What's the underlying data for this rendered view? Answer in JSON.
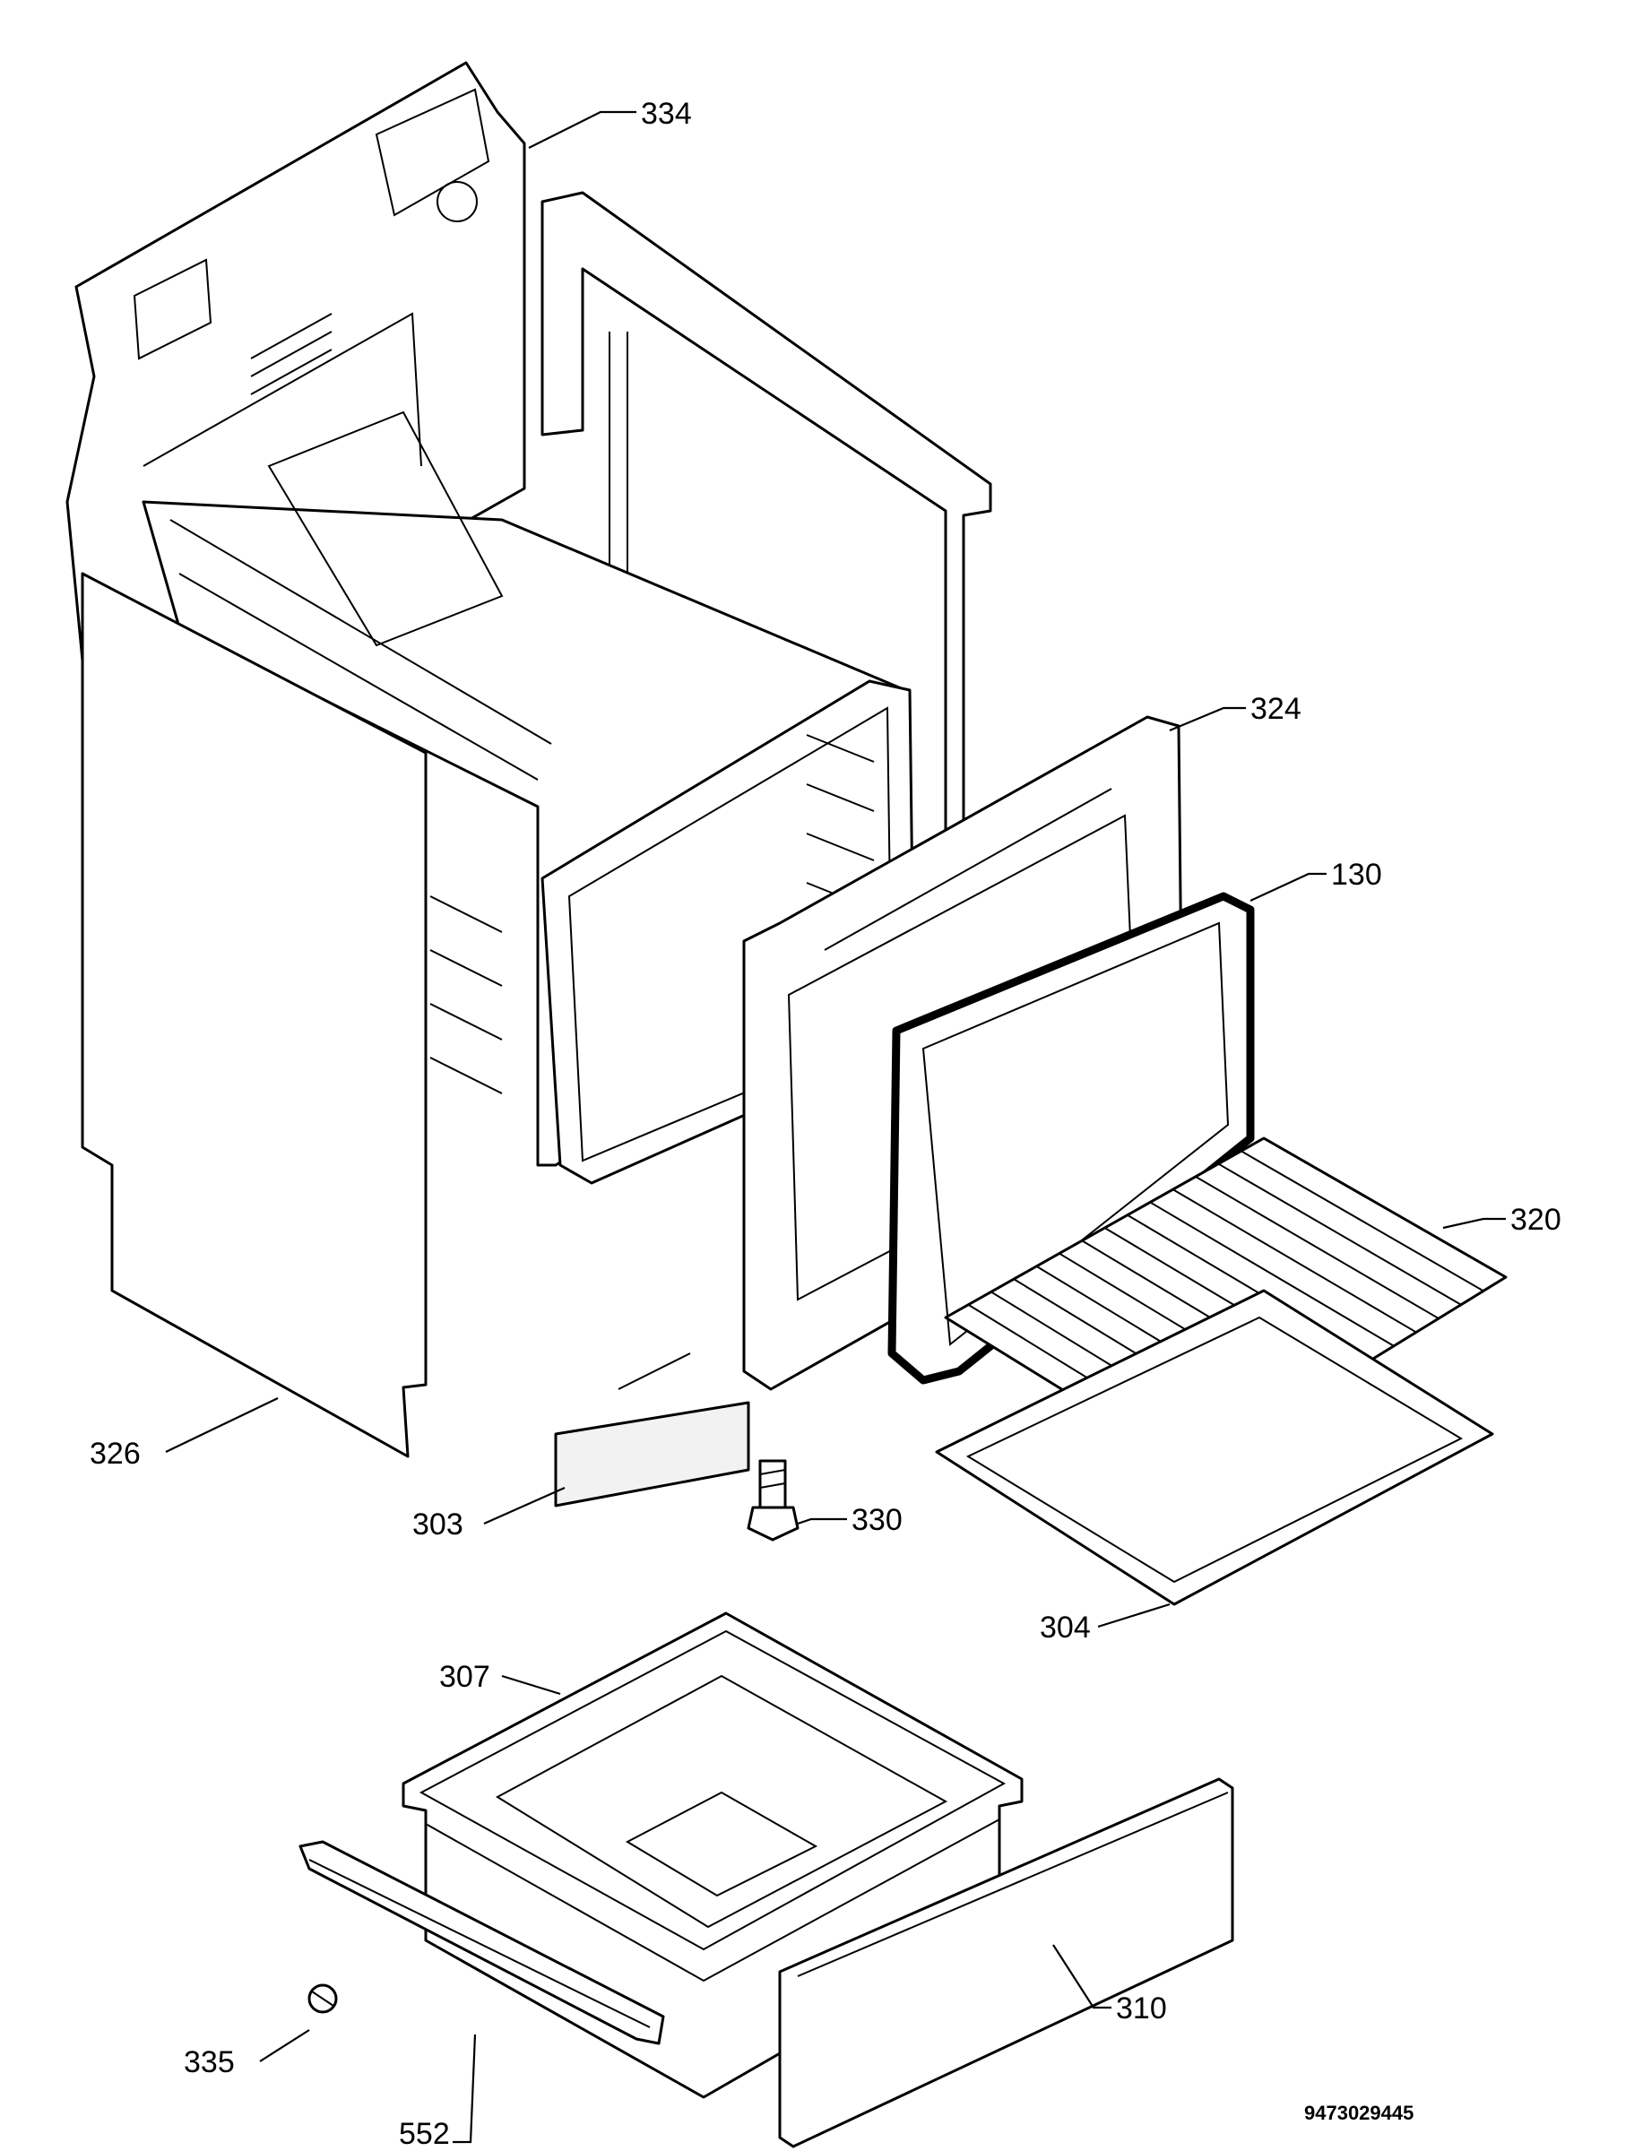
{
  "callouts": [
    {
      "id": "334",
      "label": "334"
    },
    {
      "id": "324",
      "label": "324"
    },
    {
      "id": "130",
      "label": "130"
    },
    {
      "id": "320",
      "label": "320"
    },
    {
      "id": "326",
      "label": "326"
    },
    {
      "id": "303",
      "label": "303"
    },
    {
      "id": "330",
      "label": "330"
    },
    {
      "id": "304",
      "label": "304"
    },
    {
      "id": "307",
      "label": "307"
    },
    {
      "id": "335",
      "label": "335"
    },
    {
      "id": "552",
      "label": "552"
    },
    {
      "id": "310",
      "label": "310"
    }
  ],
  "document_number": "9473029445"
}
